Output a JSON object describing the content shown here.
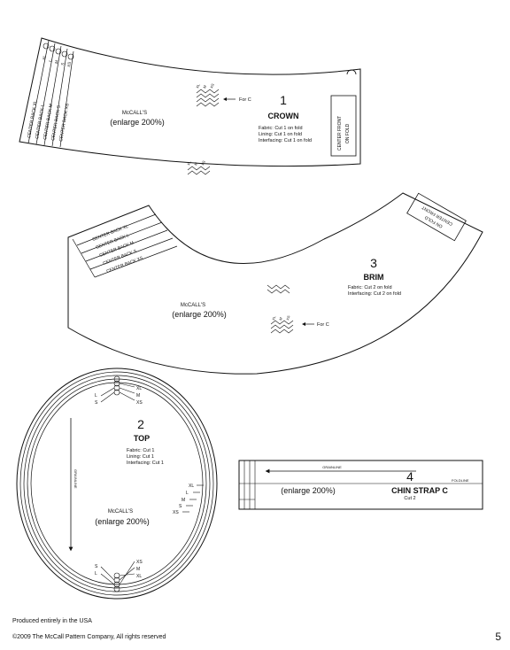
{
  "sizes": [
    "XL",
    "L",
    "M",
    "S",
    "XS"
  ],
  "crown": {
    "number": "1",
    "name": "CROWN",
    "brand": "McCALL'S",
    "enlarge": "(enlarge 200%)",
    "fabric": "Fabric: Cut  1 on fold",
    "lining": "Lining: Cut  1 on fold",
    "interfacing": "Interfacing: Cut  1 on fold",
    "center_back": [
      "CENTER BACK XL",
      "CENTER BACK L",
      "CENTER BACK M",
      "CENTER BACK S",
      "CENTER BACK XS"
    ],
    "center_front_1": "CENTER FRONT",
    "center_front_2": "ON FOLD",
    "for_c": "For C"
  },
  "brim": {
    "number": "3",
    "name": "BRIM",
    "brand": "McCALL'S",
    "enlarge": "(enlarge 200%)",
    "fabric": "Fabric: Cut  2 on fold",
    "interfacing": "Interfacing: Cut  2 on fold",
    "center_back": [
      "CENTER BACK XL",
      "CENTER BACK L",
      "CENTER BACK M",
      "CENTER BACK S",
      "CENTER BACK XS"
    ],
    "center_front_1": "CENTER FRONT",
    "center_front_2": "ON FOLD",
    "for_c": "For C"
  },
  "top": {
    "number": "2",
    "name": "TOP",
    "brand": "McCALL'S",
    "enlarge": "(enlarge 200%)",
    "fabric": "Fabric: Cut  1",
    "lining": "Lining: Cut  1",
    "interfacing": "Interfacing: Cut  1",
    "grainline": "GRAINLINE"
  },
  "chin_strap": {
    "number": "4",
    "name": "CHIN STRAP C",
    "cut": "Cut  2",
    "enlarge": "(enlarge 200%)",
    "grainline": "GRAINLINE",
    "foldline": "FOLDLINE"
  },
  "footer": {
    "produced": "Produced entirely in the USA",
    "copyright": "©2009 The McCall Pattern Company, All rights reserved",
    "page": "5"
  }
}
